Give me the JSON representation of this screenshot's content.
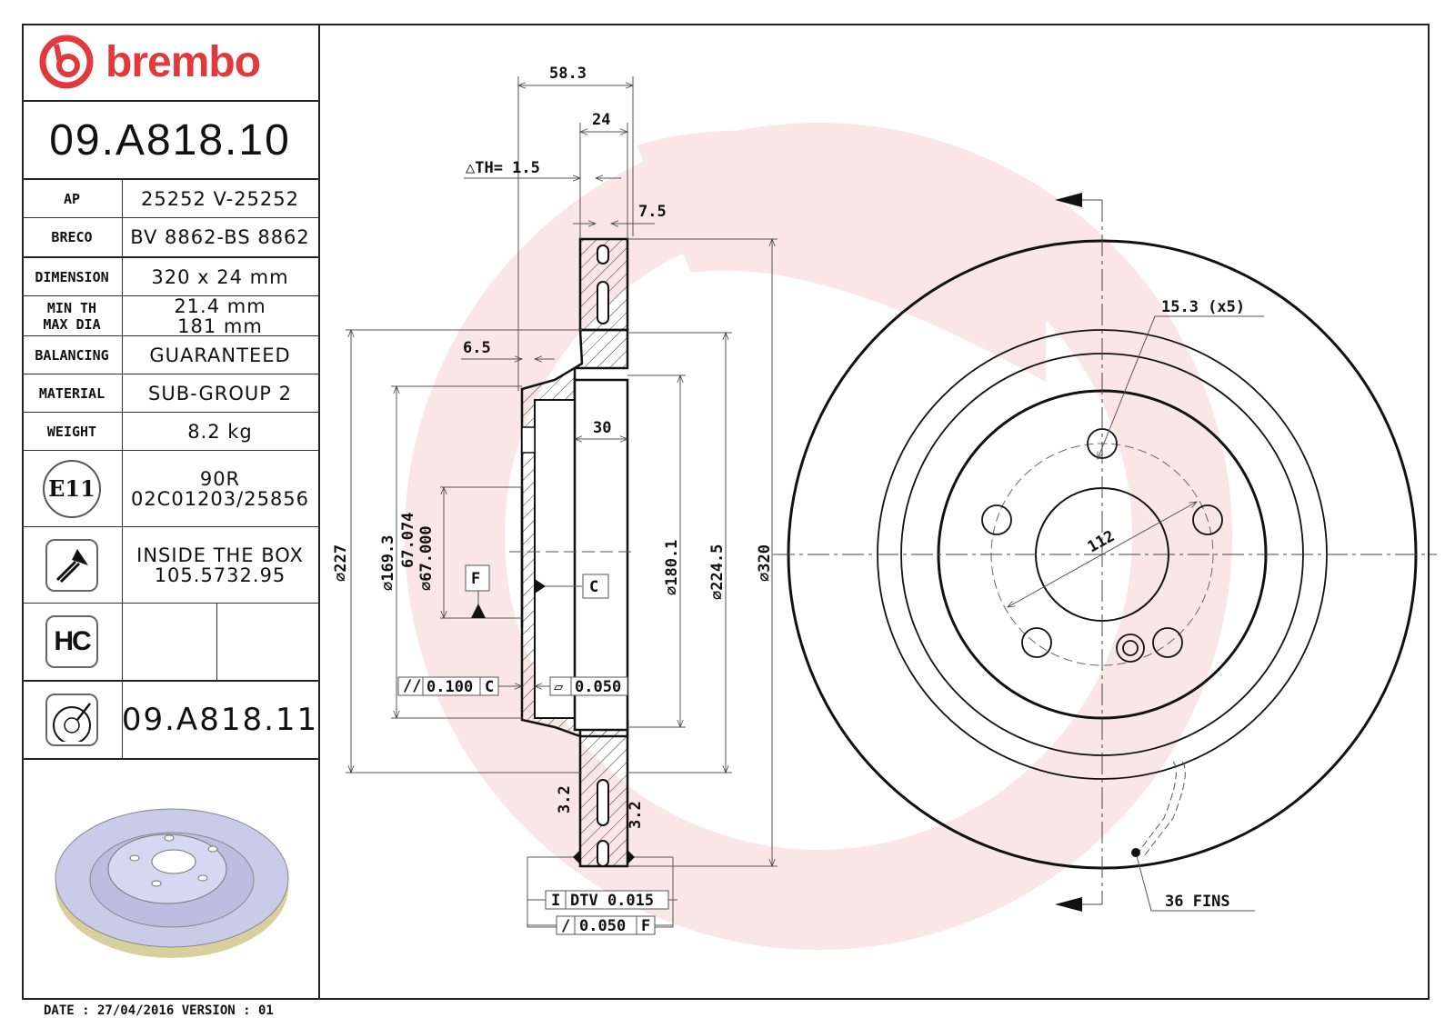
{
  "brand": {
    "name": "brembo",
    "color": "#e03a3e",
    "watermark_color": "#fbe3e4"
  },
  "part_number": "09.A818.10",
  "specs": [
    {
      "label": "AP",
      "value": "25252 V-25252"
    },
    {
      "label": "BRECO",
      "value": "BV 8862-BS 8862"
    },
    {
      "label": "DIMENSION",
      "value": "320 x 24 mm"
    },
    {
      "label_lines": [
        "MIN TH",
        "MAX DIA"
      ],
      "value_lines": [
        "21.4 mm",
        "181 mm"
      ]
    },
    {
      "label": "BALANCING",
      "value": "GUARANTEED"
    },
    {
      "label": "MATERIAL",
      "value": "SUB-GROUP 2"
    },
    {
      "label": "WEIGHT",
      "value": "8.2 kg"
    }
  ],
  "homologation": {
    "icon": "e11-mark-icon",
    "mark": "E11",
    "lines": [
      "90R",
      "02C01203/25856"
    ]
  },
  "screws": {
    "icon": "screw-icon",
    "lines": [
      "INSIDE THE BOX",
      "105.5732.95"
    ]
  },
  "hc": {
    "icon": "hc-coating-icon",
    "mark": "HC"
  },
  "alternate": {
    "icon": "disc-with-wear-indicator-icon",
    "part_number": "09.A818.11"
  },
  "footer": "DATE : 27/04/2016 VERSION : 01",
  "section_view": {
    "dims": {
      "overall_height": "58.3",
      "thickness": "24",
      "delta_th": "△TH= 1.5",
      "vane_gap": "7.5",
      "hat_wall": "6.5",
      "hat_depth": "30",
      "dia_227": "⌀227",
      "dia_169": "⌀169.3",
      "dia_centre_upper": "67.074",
      "dia_centre_lower": "⌀67.000",
      "dia_180": "⌀180.1",
      "dia_224": "⌀224.5",
      "dia_320": "⌀320"
    },
    "datums": {
      "f": "F",
      "c": "C"
    },
    "tolerances": {
      "parallelism": {
        "symbol": "//",
        "value": "0.100",
        "datum": "C"
      },
      "flatness": {
        "symbol": "▱",
        "value": "0.050"
      },
      "dtv": {
        "symbol": "I",
        "value": "DTV 0.015"
      },
      "runout": {
        "symbol": "/",
        "value": "0.050",
        "datum": "F"
      }
    },
    "roughness": [
      "3.2",
      "3.2"
    ]
  },
  "front_view": {
    "bolt_hole": "15.3 (x5)",
    "pcd": "112",
    "fins": "36 FINS"
  }
}
